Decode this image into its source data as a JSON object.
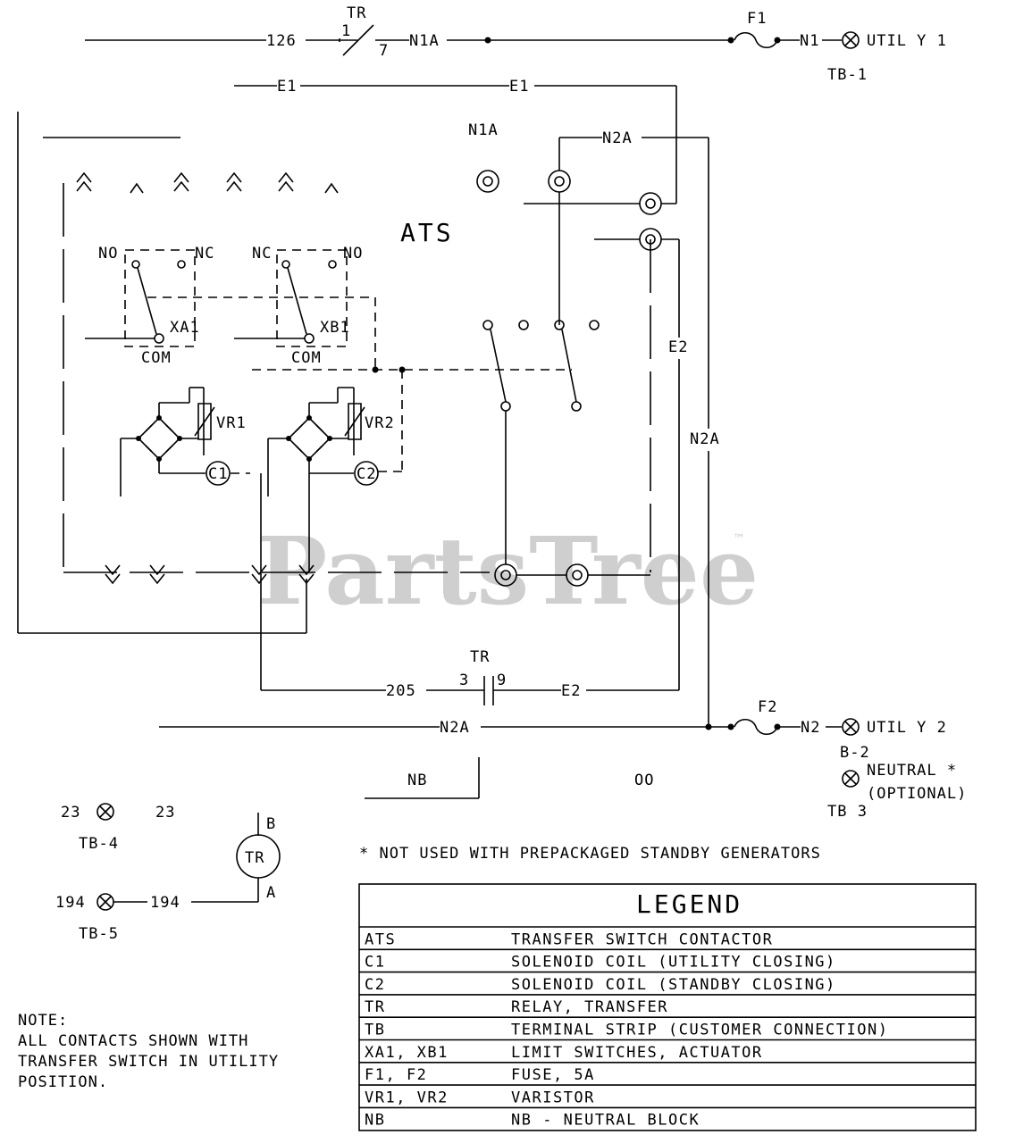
{
  "watermark": {
    "text": "PartsTree",
    "tm": "™"
  },
  "wires": {
    "w126": "126",
    "tr_top": "TR",
    "tr_1": "1",
    "tr_7": "7",
    "n1a": "N1A",
    "f1": "F1",
    "n1": "N1",
    "util1": "UTIL Y 1",
    "tb1": "TB-1",
    "e1_left": "E1",
    "e1_right": "E1",
    "n1a_term": "N1A",
    "n2a_top": "N2A",
    "ats": "ATS",
    "e2_vert": "E2",
    "n2a_vert": "N2A",
    "tr_mid": "TR",
    "w205": "205",
    "tr_3": "3",
    "tr_9": "9",
    "e2_bottom": "E2",
    "f2": "F2",
    "n2a_bottom": "N2A",
    "n2": "N2",
    "util2": "UTIL Y 2",
    "b2": "B-2",
    "neutral": "NEUTRAL *",
    "optional": "(OPTIONAL)",
    "tb3": "TB 3",
    "nb": "NB",
    "oo": "OO"
  },
  "switches": {
    "no1": "NO",
    "nc1": "NC",
    "xa1": "XA1",
    "com1": "COM",
    "nc2": "NC",
    "no2": "NO",
    "xb1": "XB1",
    "com2": "COM",
    "vr1": "VR1",
    "vr2": "VR2",
    "c1": "C1",
    "c2": "C2"
  },
  "terminals": {
    "t23a": "23",
    "t23b": "23",
    "tb4": "TB-4",
    "tr_coil": "TR",
    "b": "B",
    "a": "A",
    "t194a": "194",
    "t194b": "194",
    "tb5": "TB-5"
  },
  "footnote": "* NOT USED WITH PREPACKAGED STANDBY GENERATORS",
  "note": {
    "title": "NOTE:",
    "lines": [
      "ALL CONTACTS SHOWN WITH",
      "TRANSFER SWITCH IN UTILITY",
      "POSITION."
    ]
  },
  "legend": {
    "title": "LEGEND",
    "rows": [
      {
        "code": "ATS",
        "desc": "TRANSFER SWITCH CONTACTOR"
      },
      {
        "code": "C1",
        "desc": "SOLENOID COIL (UTILITY CLOSING)"
      },
      {
        "code": "C2",
        "desc": "SOLENOID COIL (STANDBY CLOSING)"
      },
      {
        "code": "TR",
        "desc": "RELAY, TRANSFER"
      },
      {
        "code": "TB",
        "desc": "TERMINAL STRIP (CUSTOMER CONNECTION)"
      },
      {
        "code": "XA1, XB1",
        "desc": "LIMIT SWITCHES, ACTUATOR"
      },
      {
        "code": "F1, F2",
        "desc": "FUSE, 5A"
      },
      {
        "code": "VR1, VR2",
        "desc": "VARISTOR"
      },
      {
        "code": "NB",
        "desc": "NB - NEUTRAL BLOCK"
      }
    ]
  }
}
